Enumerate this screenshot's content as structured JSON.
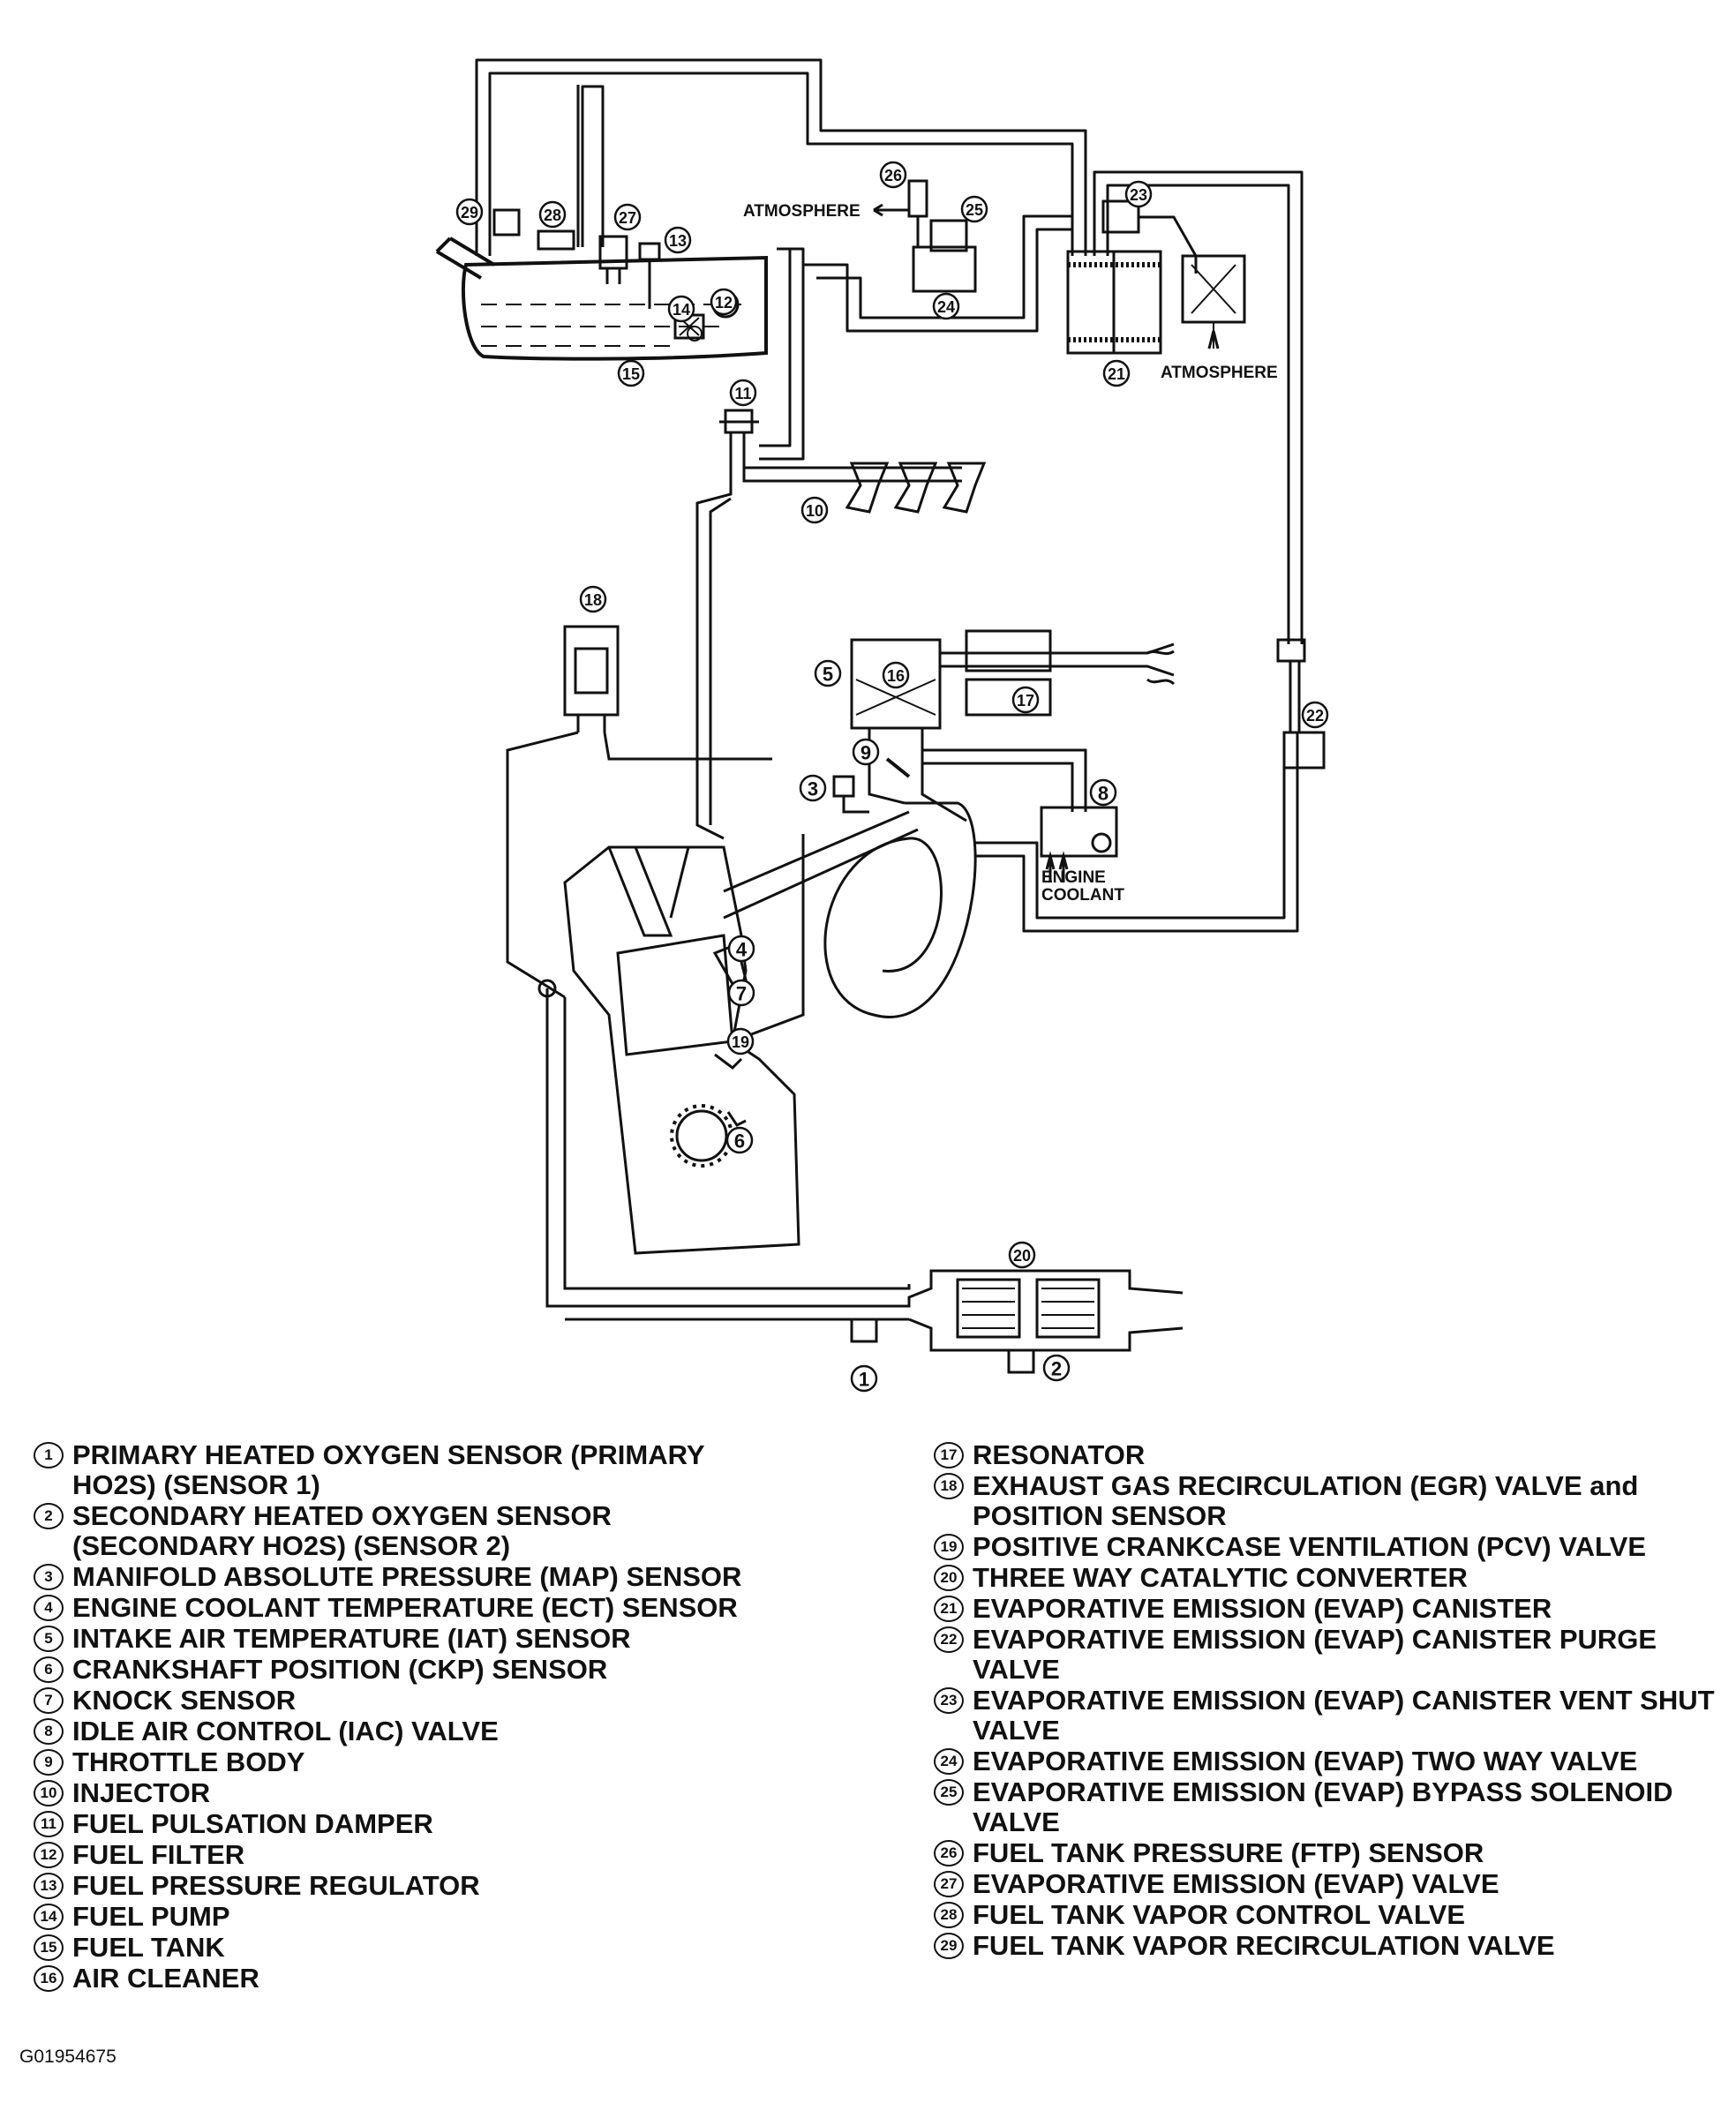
{
  "annotations": {
    "atmosphere_top": "ATMOSPHERE",
    "atmosphere_right": "ATMOSPHERE",
    "engine_coolant_line1": "ENGINE",
    "engine_coolant_line2": "COOLANT"
  },
  "legend": [
    {
      "num": "1",
      "label": "PRIMARY HEATED OXYGEN SENSOR (PRIMARY HO2S) (SENSOR 1)"
    },
    {
      "num": "2",
      "label": "SECONDARY HEATED OXYGEN SENSOR (SECONDARY HO2S) (SENSOR 2)"
    },
    {
      "num": "3",
      "label": "MANIFOLD ABSOLUTE PRESSURE (MAP) SENSOR"
    },
    {
      "num": "4",
      "label": "ENGINE COOLANT TEMPERATURE (ECT) SENSOR"
    },
    {
      "num": "5",
      "label": "INTAKE AIR TEMPERATURE (IAT) SENSOR"
    },
    {
      "num": "6",
      "label": "CRANKSHAFT POSITION (CKP) SENSOR"
    },
    {
      "num": "7",
      "label": "KNOCK SENSOR"
    },
    {
      "num": "8",
      "label": "IDLE AIR CONTROL (IAC) VALVE"
    },
    {
      "num": "9",
      "label": "THROTTLE BODY"
    },
    {
      "num": "10",
      "label": "INJECTOR"
    },
    {
      "num": "11",
      "label": "FUEL PULSATION DAMPER"
    },
    {
      "num": "12",
      "label": "FUEL FILTER"
    },
    {
      "num": "13",
      "label": "FUEL PRESSURE REGULATOR"
    },
    {
      "num": "14",
      "label": "FUEL PUMP"
    },
    {
      "num": "15",
      "label": "FUEL TANK"
    },
    {
      "num": "16",
      "label": "AIR CLEANER"
    },
    {
      "num": "17",
      "label": "RESONATOR"
    },
    {
      "num": "18",
      "label": "EXHAUST GAS RECIRCULATION (EGR) VALVE and POSITION SENSOR"
    },
    {
      "num": "19",
      "label": "POSITIVE CRANKCASE VENTILATION (PCV) VALVE"
    },
    {
      "num": "20",
      "label": "THREE WAY CATALYTIC CONVERTER"
    },
    {
      "num": "21",
      "label": "EVAPORATIVE EMISSION (EVAP) CANISTER"
    },
    {
      "num": "22",
      "label": "EVAPORATIVE EMISSION (EVAP) CANISTER PURGE VALVE"
    },
    {
      "num": "23",
      "label": "EVAPORATIVE EMISSION (EVAP) CANISTER VENT SHUT VALVE"
    },
    {
      "num": "24",
      "label": "EVAPORATIVE EMISSION (EVAP) TWO WAY VALVE"
    },
    {
      "num": "25",
      "label": "EVAPORATIVE EMISSION (EVAP) BYPASS SOLENOID VALVE"
    },
    {
      "num": "26",
      "label": "FUEL TANK PRESSURE (FTP) SENSOR"
    },
    {
      "num": "27",
      "label": "EVAPORATIVE EMISSION (EVAP) VALVE"
    },
    {
      "num": "28",
      "label": "FUEL TANK VAPOR CONTROL VALVE"
    },
    {
      "num": "29",
      "label": "FUEL TANK VAPOR RECIRCULATION VALVE"
    }
  ],
  "figure_id": "G01954675"
}
